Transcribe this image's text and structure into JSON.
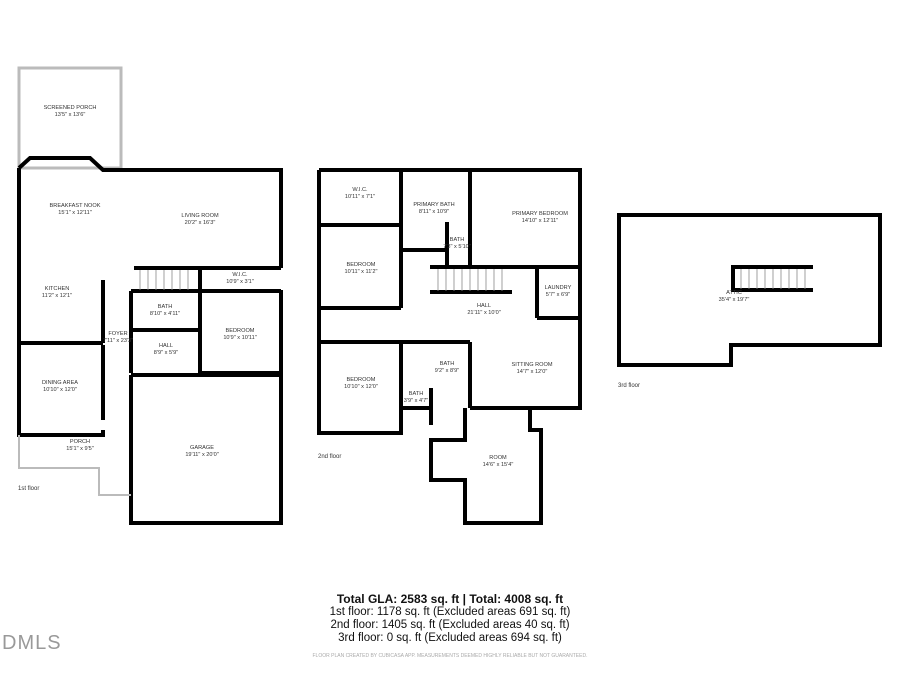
{
  "floors": [
    {
      "label": "1st floor",
      "rooms": [
        {
          "name": "SCREENED PORCH",
          "dims": "13'5\" x 13'6\""
        },
        {
          "name": "BREAKFAST NOOK",
          "dims": "15'1\" x 12'11\""
        },
        {
          "name": "LIVING ROOM",
          "dims": "20'2\" x 16'3\""
        },
        {
          "name": "KITCHEN",
          "dims": "11'2\" x 12'1\""
        },
        {
          "name": "W.I.C.",
          "dims": "10'9\" x 3'1\""
        },
        {
          "name": "BATH",
          "dims": "8'10\" x 4'11\""
        },
        {
          "name": "FOYER",
          "dims": "7'11\" x 23'3\""
        },
        {
          "name": "HALL",
          "dims": "8'9\" x 5'9\""
        },
        {
          "name": "BEDROOM",
          "dims": "10'9\" x 10'11\""
        },
        {
          "name": "DINING AREA",
          "dims": "10'10\" x 12'0\""
        },
        {
          "name": "PORCH",
          "dims": "15'1\" x 9'5\""
        },
        {
          "name": "GARAGE",
          "dims": "19'11\" x 20'0\""
        }
      ]
    },
    {
      "label": "2nd floor",
      "rooms": [
        {
          "name": "W.I.C.",
          "dims": "10'11\" x 7'1\""
        },
        {
          "name": "PRIMARY BATH",
          "dims": "8'11\" x 10'9\""
        },
        {
          "name": "BATH",
          "dims": "7'3\" x 5'10\""
        },
        {
          "name": "PRIMARY BEDROOM",
          "dims": "14'10\" x 12'11\""
        },
        {
          "name": "BEDROOM",
          "dims": "10'11\" x 11'2\""
        },
        {
          "name": "LAUNDRY",
          "dims": "5'7\" x 6'9\""
        },
        {
          "name": "HALL",
          "dims": "21'11\" x 10'0\""
        },
        {
          "name": "BATH",
          "dims": "9'2\" x 8'9\""
        },
        {
          "name": "SITTING ROOM",
          "dims": "14'7\" x 12'0\""
        },
        {
          "name": "BEDROOM",
          "dims": "10'10\" x 12'0\""
        },
        {
          "name": "BATH",
          "dims": "3'9\" x 4'7\""
        },
        {
          "name": "ROOM",
          "dims": "14'6\" x 15'4\""
        }
      ]
    },
    {
      "label": "3rd floor",
      "rooms": [
        {
          "name": "ATTIC",
          "dims": "35'4\" x 19'7\""
        }
      ]
    }
  ],
  "summary": {
    "title": "Total GLA: 2583 sq. ft | Total: 4008 sq. ft",
    "lines": [
      "1st floor: 1178 sq. ft (Excluded areas 691 sq. ft)",
      "2nd floor: 1405 sq. ft (Excluded areas 40 sq. ft)",
      "3rd floor: 0 sq. ft (Excluded areas 694 sq. ft)"
    ],
    "disclaimer": "FLOOR PLAN CREATED BY CUBICASA APP. MEASUREMENTS DEEMED HIGHLY RELIABLE BUT NOT GUARANTEED."
  },
  "watermark": "DMLS",
  "colors": {
    "wall": "#000000",
    "light_wall": "#bbbbbb",
    "text": "#333333"
  }
}
